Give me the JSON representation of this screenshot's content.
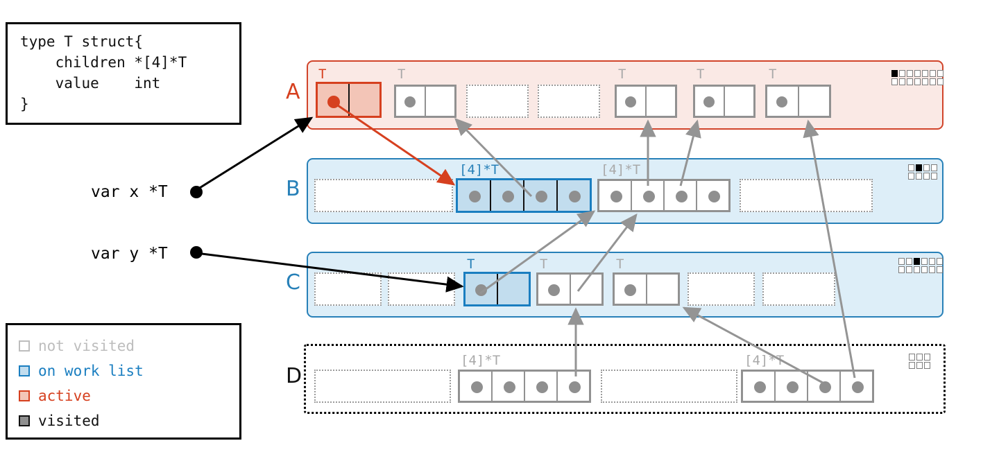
{
  "code_box": {
    "name": "type-definition",
    "text": "type T struct{\n    children *[4]*T\n    value    int\n}"
  },
  "legend": {
    "title": "legend",
    "items": [
      {
        "label": "not visited",
        "color": "#bdbdbd",
        "swatch_fill": "#ffffff"
      },
      {
        "label": "on work list",
        "color": "#1a7ec0",
        "swatch_fill": "#c2ddee"
      },
      {
        "label": "active",
        "color": "#d6401f",
        "swatch_fill": "#f3c5b7"
      },
      {
        "label": "visited",
        "color": "#111111",
        "swatch_fill": "#8f8f8f"
      }
    ]
  },
  "variables": [
    {
      "name": "var-x",
      "label": "var x *T"
    },
    {
      "name": "var-y",
      "label": "var y *T"
    }
  ],
  "rows": [
    {
      "id": "A",
      "label": "A",
      "label_color": "#d6401f",
      "style": "active",
      "meter": {
        "cols": 7,
        "rows": 2,
        "filled": 1
      },
      "blocks": [
        {
          "kind": "red",
          "tag": "T",
          "tag_color": "red",
          "cells": 2,
          "dots": [
            "red",
            ""
          ]
        },
        {
          "kind": "gray",
          "tag": "T",
          "tag_color": "gray",
          "cells": 2,
          "dots": [
            "gray",
            ""
          ]
        },
        {
          "kind": "empty",
          "tag": "",
          "tag_color": "",
          "cells": 1,
          "dots": [
            ""
          ]
        },
        {
          "kind": "empty",
          "tag": "",
          "tag_color": "",
          "cells": 1,
          "dots": [
            ""
          ]
        },
        {
          "kind": "gray",
          "tag": "T",
          "tag_color": "gray",
          "cells": 2,
          "dots": [
            "gray",
            ""
          ]
        },
        {
          "kind": "gray",
          "tag": "T",
          "tag_color": "gray",
          "cells": 2,
          "dots": [
            "gray",
            ""
          ]
        },
        {
          "kind": "gray",
          "tag": "T",
          "tag_color": "gray",
          "cells": 2,
          "dots": [
            "gray",
            ""
          ]
        }
      ]
    },
    {
      "id": "B",
      "label": "B",
      "label_color": "#2780b8",
      "style": "worklist",
      "meter": {
        "cols": 4,
        "rows": 2,
        "filled_index": 1
      },
      "blocks": [
        {
          "kind": "empty",
          "tag": "",
          "tag_color": "",
          "cells": 1,
          "dots": [
            ""
          ]
        },
        {
          "kind": "blue",
          "tag": "[4]*T",
          "tag_color": "blue",
          "cells": 4,
          "dots": [
            "gray",
            "gray",
            "gray",
            "gray"
          ]
        },
        {
          "kind": "gray",
          "tag": "[4]*T",
          "tag_color": "gray",
          "cells": 4,
          "dots": [
            "gray",
            "gray",
            "gray",
            "gray"
          ]
        },
        {
          "kind": "empty",
          "tag": "",
          "tag_color": "",
          "cells": 1,
          "dots": [
            ""
          ]
        }
      ]
    },
    {
      "id": "C",
      "label": "C",
      "label_color": "#2780b8",
      "style": "worklist",
      "meter": {
        "cols": 6,
        "rows": 2,
        "filled_index": 2
      },
      "blocks": [
        {
          "kind": "empty",
          "tag": "",
          "tag_color": "",
          "cells": 1,
          "dots": [
            ""
          ]
        },
        {
          "kind": "empty",
          "tag": "",
          "tag_color": "",
          "cells": 1,
          "dots": [
            ""
          ]
        },
        {
          "kind": "blue",
          "tag": "T",
          "tag_color": "blue",
          "cells": 2,
          "dots": [
            "gray",
            ""
          ]
        },
        {
          "kind": "gray",
          "tag": "T",
          "tag_color": "gray",
          "cells": 2,
          "dots": [
            "gray",
            ""
          ]
        },
        {
          "kind": "gray",
          "tag": "T",
          "tag_color": "gray",
          "cells": 2,
          "dots": [
            "gray",
            ""
          ]
        },
        {
          "kind": "empty",
          "tag": "",
          "tag_color": "",
          "cells": 1,
          "dots": [
            ""
          ]
        },
        {
          "kind": "empty",
          "tag": "",
          "tag_color": "",
          "cells": 1,
          "dots": [
            ""
          ]
        }
      ]
    },
    {
      "id": "D",
      "label": "D",
      "label_color": "#111111",
      "style": "free",
      "meter": {
        "cols": 3,
        "rows": 2,
        "filled_index": -1
      },
      "blocks": [
        {
          "kind": "empty",
          "tag": "",
          "tag_color": "",
          "cells": 1,
          "dots": [
            ""
          ]
        },
        {
          "kind": "gray",
          "tag": "[4]*T",
          "tag_color": "gray",
          "cells": 4,
          "dots": [
            "gray",
            "gray",
            "gray",
            "gray"
          ]
        },
        {
          "kind": "empty",
          "tag": "",
          "tag_color": "",
          "cells": 1,
          "dots": [
            ""
          ]
        },
        {
          "kind": "gray",
          "tag": "[4]*T",
          "tag_color": "gray",
          "cells": 4,
          "dots": [
            "gray",
            "gray",
            "gray",
            "gray"
          ]
        }
      ]
    }
  ],
  "colors": {
    "active": "#d6401f",
    "worklist": "#1a7ec0",
    "visited": "#8f8f8f",
    "not_visited": "#bdbdbd",
    "row_a_bg": "#fae9e5",
    "row_bc_bg": "#ddeef8"
  }
}
